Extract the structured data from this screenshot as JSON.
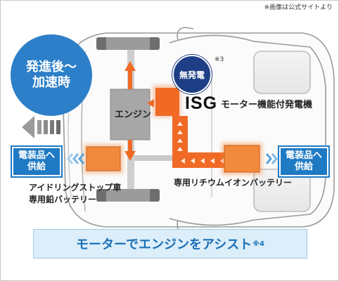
{
  "source_note": "※画像は公式サイトより",
  "phase_label": [
    "発進後〜",
    "加速時"
  ],
  "no_generation_badge": "無発電",
  "note_ref_3": "※3",
  "engine_label": "エンジン",
  "isg": {
    "code": "ISG",
    "description": "モーター機能付発電機"
  },
  "supply_label": [
    "電装品へ",
    "供給"
  ],
  "lead_battery_label": [
    "アイドリングストップ車",
    "専用鉛バッテリー"
  ],
  "lithium_battery_label": "専用リチウムイオンバッテリー",
  "assist_banner": {
    "text": "モーターでエンジンをアシスト",
    "note": "※4"
  },
  "colors": {
    "accent_blue": "#2c7fc8",
    "dark_blue": "#1e3f86",
    "power_orange": "#f06a25",
    "battery_orange": "#f28a3d",
    "banner_bg": "#dbeefa"
  }
}
